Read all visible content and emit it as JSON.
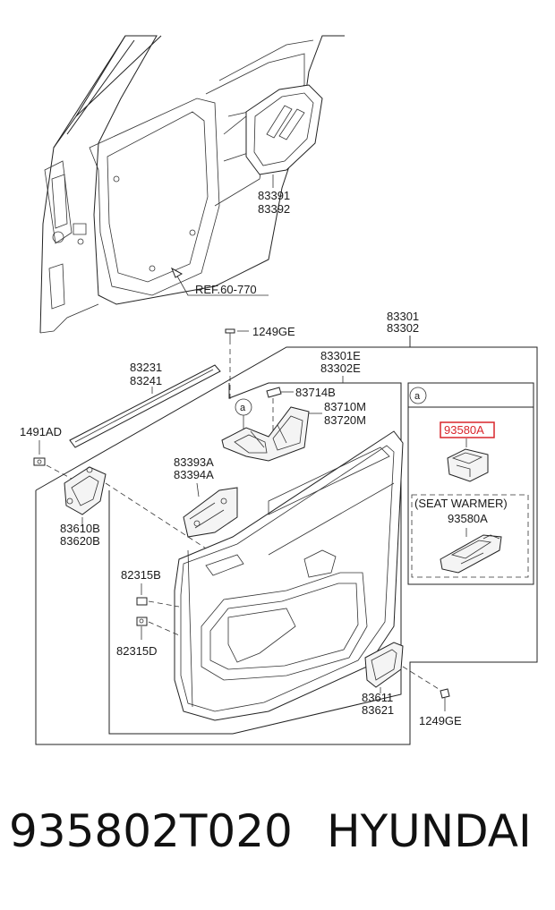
{
  "callouts": {
    "c83391": "83391",
    "c83392": "83392",
    "ref": "REF.60-770",
    "c83301": "83301",
    "c83302": "83302",
    "c1249ge_top": "1249GE",
    "c83301e": "83301E",
    "c83302e": "83302E",
    "c83231": "83231",
    "c83241": "83241",
    "c83714b": "83714B",
    "c83710m": "83710M",
    "c83720m": "83720M",
    "c1491ad": "1491AD",
    "c83393a": "83393A",
    "c83394a": "83394A",
    "c83610b": "83610B",
    "c83620b": "83620B",
    "c82315b": "82315B",
    "c82315d": "82315D",
    "c83611": "83611",
    "c83621": "83621",
    "c1249ge_bottom": "1249GE",
    "circle_a_main": "a",
    "circle_a_box": "a",
    "highlight": "93580A",
    "seat_warmer": "(SEAT WARMER)",
    "c93580a": "93580A"
  },
  "colors": {
    "highlight": "#d9262c",
    "line": "#222222"
  },
  "footer": {
    "part_number": "935802T020",
    "brand": "HYUNDAI"
  }
}
